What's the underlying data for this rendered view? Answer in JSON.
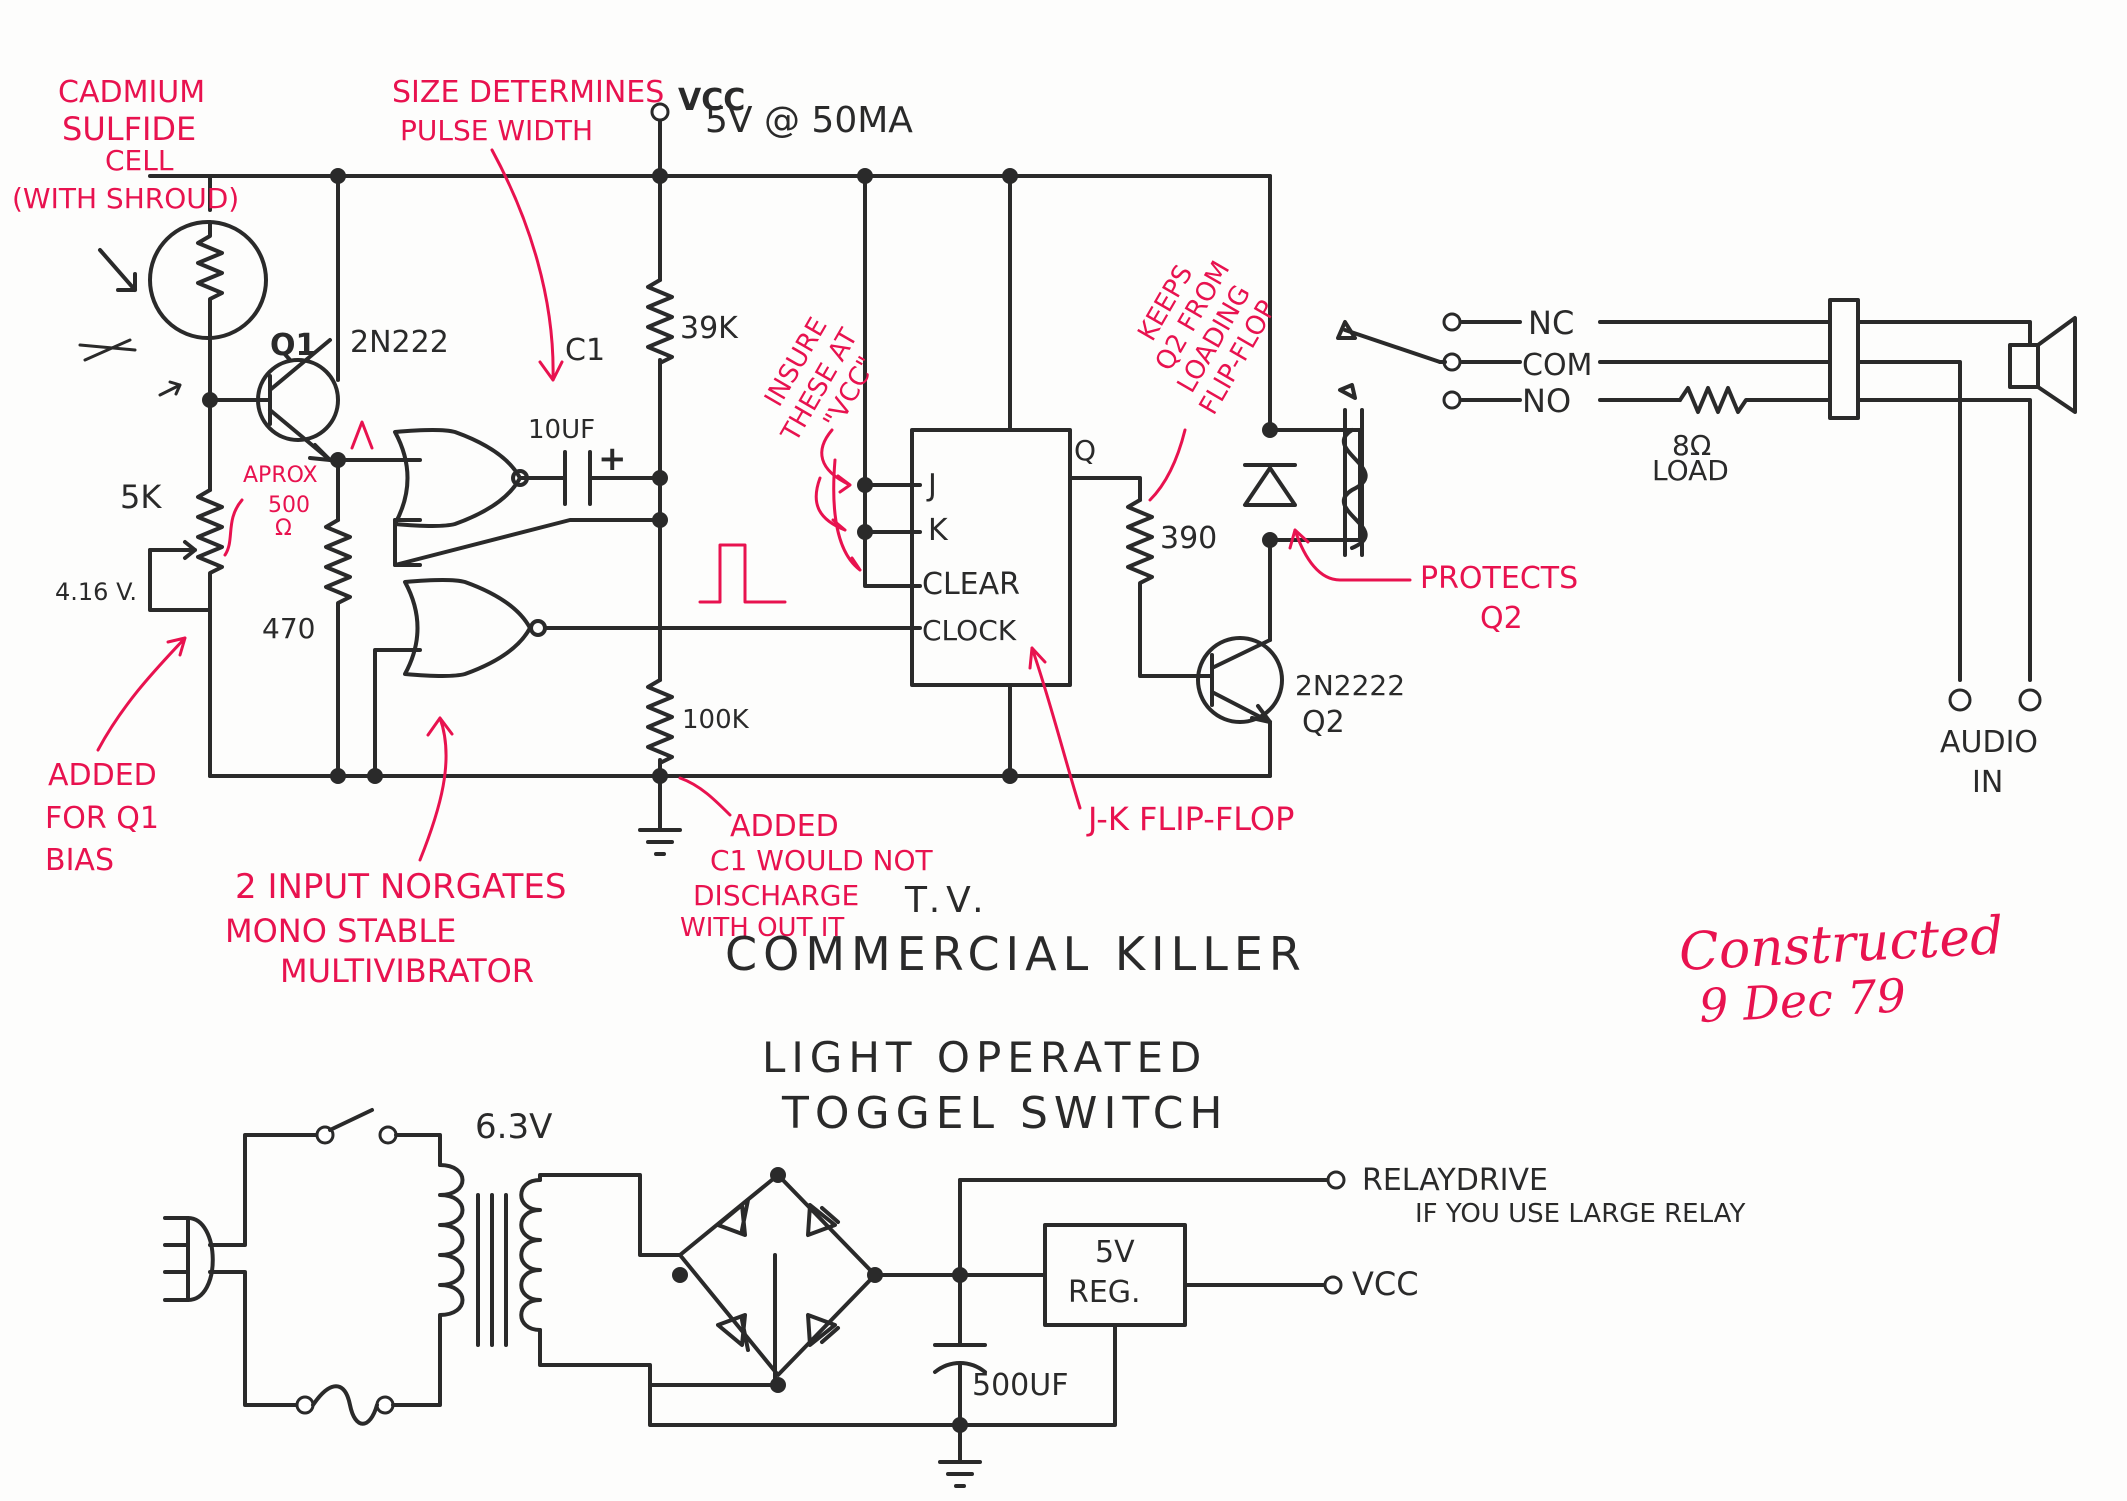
{
  "supply": {
    "vcc": "VCC",
    "rating": "5V @ 50MA"
  },
  "components": {
    "q1": "Q1",
    "q1_type": "2N222",
    "pot": "5K",
    "voltage": "4.16 V.",
    "r470": "470",
    "r39k": "39K",
    "r100k": "100K",
    "c1": "C1",
    "c1_value": "10UF",
    "c1_polarity": "+",
    "ff_j": "J",
    "ff_k": "K",
    "ff_clear": "CLEAR",
    "ff_clock": "CLOCK",
    "ff_q": "Q",
    "r390": "390",
    "q2_type": "2N2222",
    "q2": "Q2",
    "relay_nc": "NC",
    "relay_com": "COM",
    "relay_no": "NO",
    "load_value": "8Ω",
    "load_label": "LOAD",
    "audio_in_1": "AUDIO",
    "audio_in_2": "IN"
  },
  "notes": {
    "cds_1": "CADMIUM",
    "cds_2": "SULFIDE",
    "cds_3": "CELL",
    "cds_4": "(WITH SHROUD)",
    "size_1": "SIZE DETERMINES",
    "size_2": "PULSE WIDTH",
    "insure_1": "INSURE",
    "insure_2": "THESE AT",
    "insure_3": "\"VCC\"",
    "keeps_1": "KEEPS",
    "keeps_2": "Q2 FROM",
    "keeps_3": "LOADING",
    "keeps_4": "FLIP-FLOP",
    "aprox_1": "APROX",
    "aprox_2": "500",
    "aprox_3": "Ω",
    "added_bias_1": "ADDED",
    "added_bias_2": "FOR Q1",
    "added_bias_3": "BIAS",
    "nor_1": "2 INPUT NORGATES",
    "nor_2": "MONO STABLE",
    "nor_3": "MULTIVIBRATOR",
    "added_c1_1": "ADDED",
    "added_c1_2": "C1 WOULD NOT",
    "added_c1_3": "DISCHARGE",
    "added_c1_4": "WITH OUT IT",
    "jk": "J-K FLIP-FLOP",
    "protects_1": "PROTECTS",
    "protects_2": "Q2",
    "constructed_1": "Constructed",
    "constructed_2": "9 Dec 79"
  },
  "titles": {
    "tv": "T.V.",
    "commercial": "COMMERCIAL KILLER",
    "light": "LIGHT OPERATED",
    "toggle": "TOGGEL SWITCH"
  },
  "power_supply": {
    "transformer": "6.3V",
    "reg_1": "5V",
    "reg_2": "REG.",
    "cap": "500UF",
    "relay_drive_1": "RELAYDRIVE",
    "relay_drive_2": "IF YOU USE LARGE RELAY",
    "vcc_out": "VCC"
  }
}
